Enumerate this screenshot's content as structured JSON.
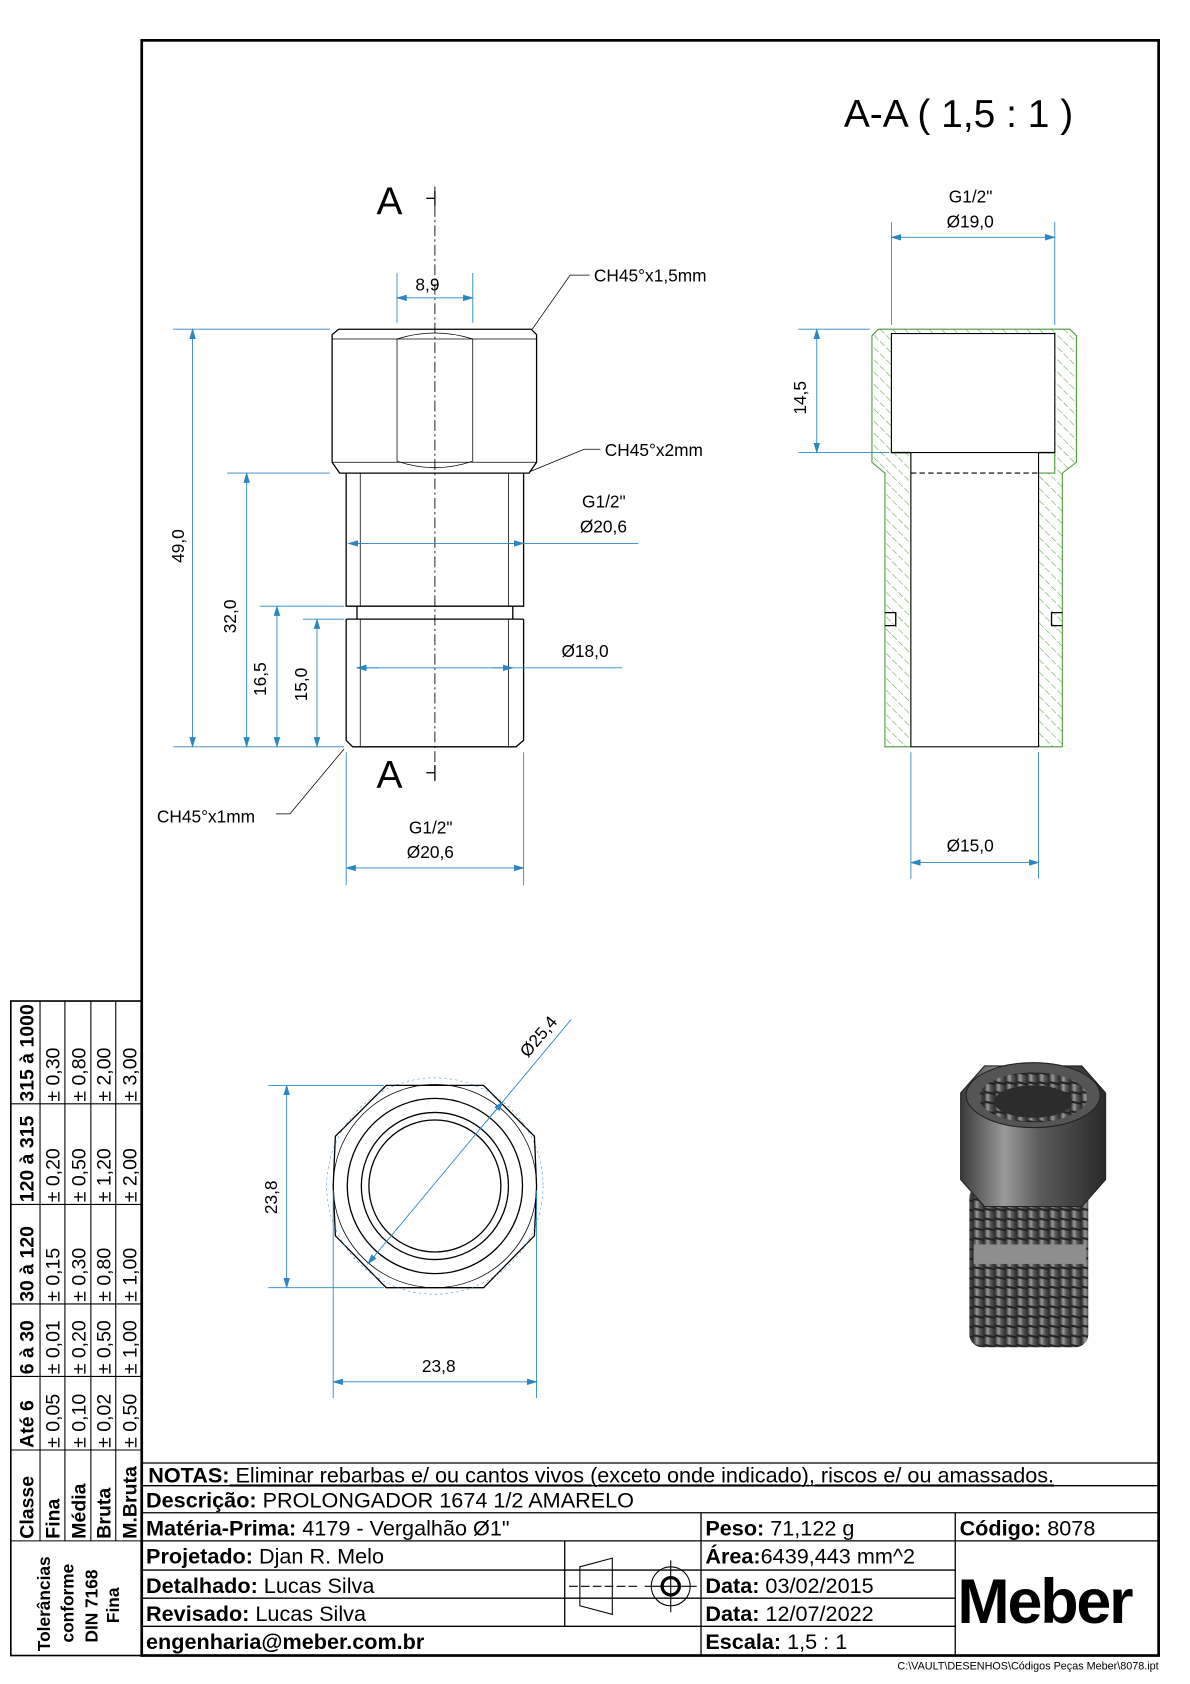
{
  "section_title": "A-A ( 1,5 : 1 )",
  "section_marks": {
    "top": "A",
    "bottom": "A"
  },
  "front_view": {
    "hex_width": "8,9",
    "chamfer_top": "CH45°x1,5mm",
    "chamfer_mid": "CH45°x2mm",
    "chamfer_bottom": "CH45°x1mm",
    "thread_upper_label": "G1/2\"",
    "thread_upper_dia": "Ø20,6",
    "groove_dia": "Ø18,0",
    "thread_lower_label": "G1/2\"",
    "thread_lower_dia": "Ø20,6",
    "len_total": "49,0",
    "len_thread": "32,0",
    "len_groove": "16,5",
    "len_lower": "15,0"
  },
  "section_view": {
    "bore_thread_label": "G1/2\"",
    "bore_thread_dia": "Ø19,0",
    "bore_depth": "14,5",
    "bore_dia": "Ø15,0"
  },
  "bottom_view": {
    "across_corners": "Ø25,4",
    "across_flats_v": "23,8",
    "across_flats_h": "23,8"
  },
  "tolerance_table": {
    "header_label": "Classe",
    "classes": [
      "Fina",
      "Média",
      "Bruta",
      "M.Bruta"
    ],
    "ranges": [
      {
        "range": "Até 6",
        "values": [
          "± 0,05",
          "± 0,10",
          "± 0,02",
          "± 0,50"
        ]
      },
      {
        "range": "6 à 30",
        "values": [
          "± 0,01",
          "± 0,20",
          "± 0,50",
          "± 1,00"
        ]
      },
      {
        "range": "30 à 120",
        "values": [
          "± 0,15",
          "± 0,30",
          "± 0,80",
          "± 1,00"
        ]
      },
      {
        "range": "120 à 315",
        "values": [
          "± 0,20",
          "± 0,50",
          "± 1,20",
          "± 2,00"
        ]
      },
      {
        "range": "315 à 1000",
        "values": [
          "± 0,30",
          "± 0,80",
          "± 2,00",
          "± 3,00"
        ]
      }
    ],
    "footer_lines": [
      "Tolerâncias",
      "conforme",
      "DIN 7168",
      "Fina"
    ]
  },
  "title_block": {
    "notes_label": "NOTAS:",
    "notes": " Eliminar rebarbas e/ ou cantos vivos (exceto onde indicado), riscos e/ ou amassados.",
    "descricao_label": "Descrição:",
    "descricao": " PROLONGADOR 1674 1/2 AMARELO",
    "materia_label": "Matéria-Prima:",
    "materia": " 4179 - Vergalhão Ø1\"",
    "peso_label": "Peso:",
    "peso": " 71,122 g",
    "codigo_label": "Código:",
    "codigo": " 8078",
    "projetado_label": "Projetado:",
    "projetado": " Djan R. Melo",
    "area_label": "Área:",
    "area": "6439,443 mm^2",
    "detalhado_label": "Detalhado:",
    "detalhado": " Lucas Silva",
    "data1_label": "Data:",
    "data1": " 03/02/2015",
    "revisado_label": "Revisado:",
    "revisado": " Lucas Silva",
    "data2_label": "Data:",
    "data2": " 12/07/2022",
    "email": "engenharia@meber.com.br",
    "escala_label": "Escala:",
    "escala": " 1,5 : 1",
    "logo": "Meber",
    "file_path": "C:\\VAULT\\DESENHOS\\Códigos Peças Meber\\8078.ipt"
  }
}
